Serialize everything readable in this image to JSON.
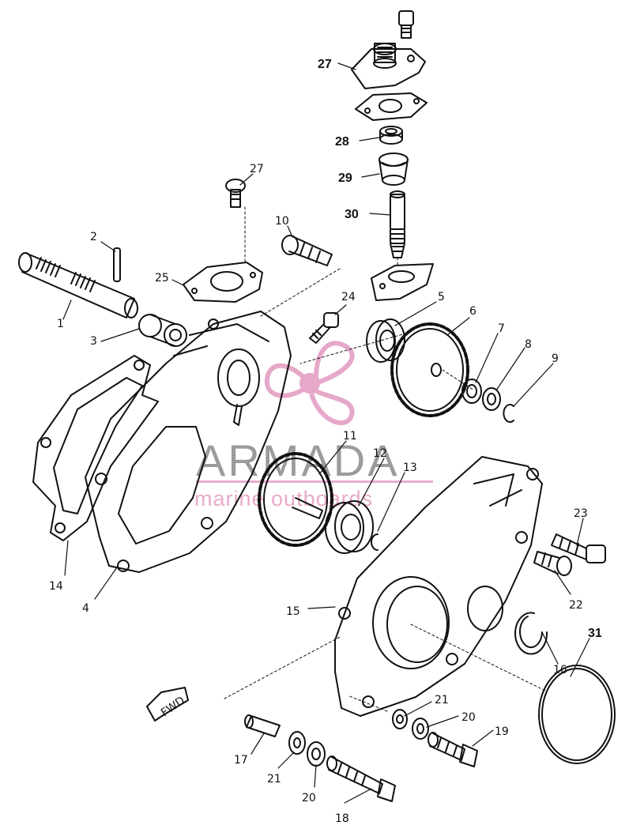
{
  "watermark": {
    "brand": "ARMADA",
    "tagline": "marine outboards",
    "brand_color": "#7a7a7a",
    "accent_color": "#e29ac0"
  },
  "diagram": {
    "direction_marker": "FWD",
    "callouts": {
      "c1": "1",
      "c2": "2",
      "c3": "3",
      "c4": "4",
      "c5": "5",
      "c6": "6",
      "c7": "7",
      "c8": "8",
      "c9": "9",
      "c10": "10",
      "c11": "11",
      "c12": "12",
      "c13": "13",
      "c14": "14",
      "c15": "15",
      "c16": "16",
      "c17": "17",
      "c18": "18",
      "c19": "19",
      "c20a": "20",
      "c20b": "20",
      "c21a": "21",
      "c21b": "21",
      "c22": "22",
      "c23": "23",
      "c24": "24",
      "c25": "25",
      "c27a": "27",
      "c27b": "27",
      "c28": "28",
      "c29": "29",
      "c30": "30",
      "c31": "31"
    }
  }
}
